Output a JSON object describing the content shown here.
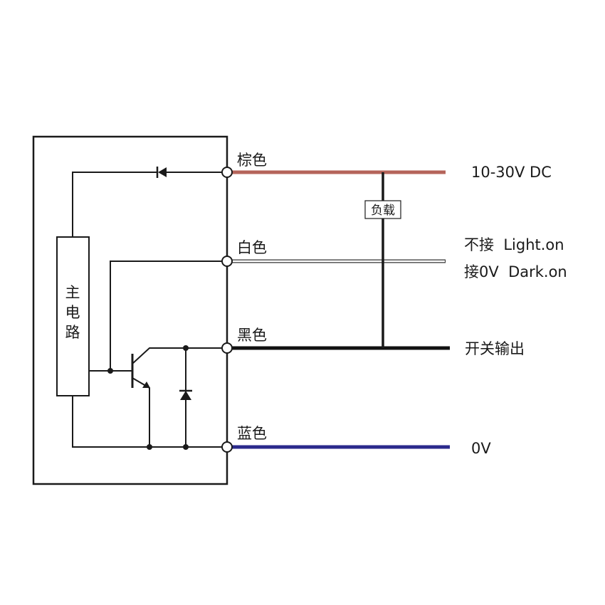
{
  "circuit": {
    "main_circuit_label": [
      "主",
      "电",
      "路"
    ],
    "load_label": "负载"
  },
  "wires": [
    {
      "id": "brown",
      "color_name": "棕色",
      "stroke": "#b5645a",
      "signal": "10-30V DC"
    },
    {
      "id": "white",
      "color_name": "白色",
      "stroke": "#ffffff",
      "signal_lines": [
        "不接  Light.on",
        "接0V  Dark.on"
      ]
    },
    {
      "id": "black",
      "color_name": "黑色",
      "stroke": "#111111",
      "signal": "开关输出"
    },
    {
      "id": "blue",
      "color_name": "蓝色",
      "stroke": "#2b2a8c",
      "signal": "0V"
    }
  ],
  "colors": {
    "line": "#1a1a1a",
    "brown_wire": "#b5645a",
    "white_wire_outline": "#333333",
    "black_wire": "#111111",
    "blue_wire": "#2b2a8c"
  }
}
